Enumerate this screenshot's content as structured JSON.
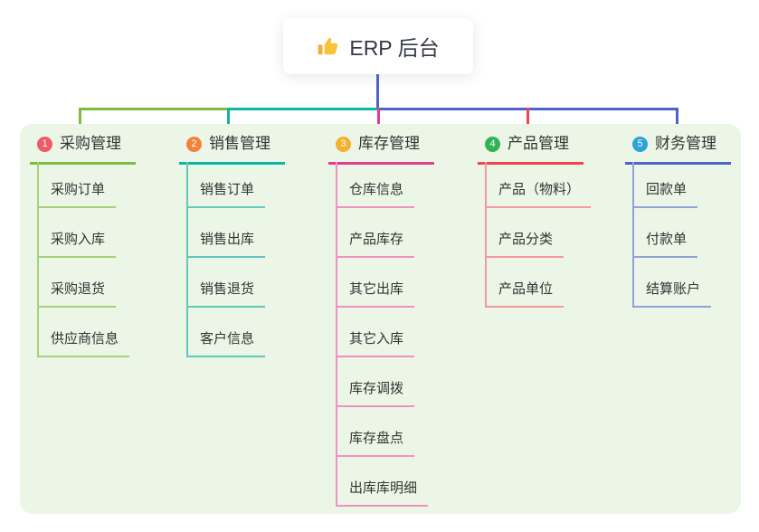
{
  "root": {
    "title": "ERP 后台",
    "icon": "thumbs-up-icon"
  },
  "branches": [
    {
      "index": "1",
      "label": "采购管理",
      "badge_color": "#ee5a67",
      "line_color": "#7cbd3f",
      "child_line_color": "#a6d07e",
      "children": [
        "采购订单",
        "采购入库",
        "采购退货",
        "供应商信息"
      ]
    },
    {
      "index": "2",
      "label": "销售管理",
      "badge_color": "#f2823d",
      "line_color": "#0eb5a6",
      "child_line_color": "#62c8bb",
      "children": [
        "销售订单",
        "销售出库",
        "销售退货",
        "客户信息"
      ]
    },
    {
      "index": "3",
      "label": "库存管理",
      "badge_color": "#f6b02c",
      "line_color": "#e43a92",
      "child_line_color": "#f291c1",
      "children": [
        "仓库信息",
        "产品库存",
        "其它出库",
        "其它入库",
        "库存调拨",
        "库存盘点",
        "出库库明细"
      ]
    },
    {
      "index": "4",
      "label": "产品管理",
      "badge_color": "#2fb355",
      "line_color": "#f2434e",
      "child_line_color": "#f7979e",
      "children": [
        "产品（物料）",
        "产品分类",
        "产品单位"
      ]
    },
    {
      "index": "5",
      "label": "财务管理",
      "badge_color": "#2aa4da",
      "line_color": "#4e63c7",
      "child_line_color": "#8fa3da",
      "children": [
        "回款单",
        "付款单",
        "结算账户"
      ]
    }
  ],
  "theme": {
    "canvas_bg": "#ffffff",
    "container_bg": "#ecf6e6",
    "root_stem_color": "#4e63c7",
    "text_color": "#333333",
    "root_icon_color": "#f9c23c"
  }
}
